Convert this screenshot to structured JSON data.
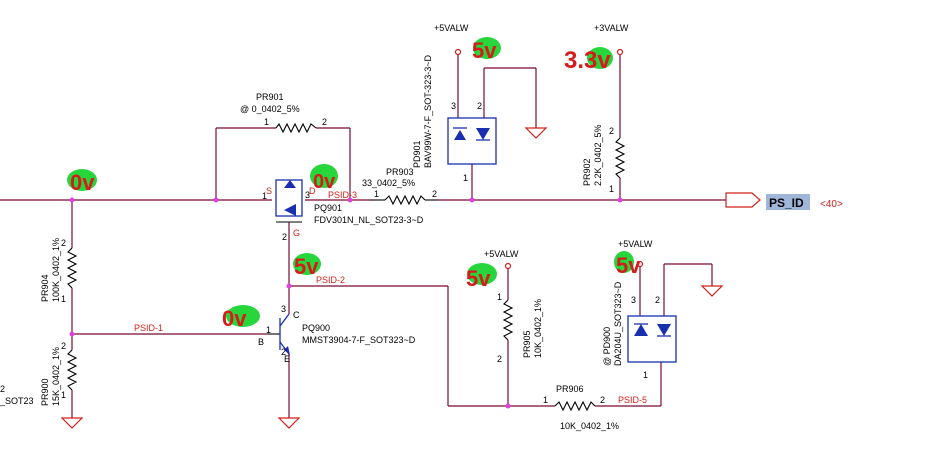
{
  "annotations": {
    "a1": "0v",
    "a2": "0v",
    "a3": "5v",
    "a4": "3.3v",
    "a5": "5v",
    "a6": "5v",
    "a7": "0v",
    "a8": "5v"
  },
  "rails": {
    "r1": "+5VALW",
    "r2": "+3VALW",
    "r3": "+5VALW",
    "r4": "+5VALW"
  },
  "output": {
    "net": "PS_ID",
    "ref": "<40>"
  },
  "nets": {
    "psid1": "PSID-1",
    "psid2": "PSID-2",
    "psid3": "PSID-3",
    "psid5": "PSID-5"
  },
  "parts": {
    "pr901": {
      "ref": "PR901",
      "value": "@ 0_0402_5%",
      "p1": "1",
      "p2": "2"
    },
    "pr903": {
      "ref": "PR903",
      "value": "33_0402_5%",
      "p1": "1",
      "p2": "2"
    },
    "pq901": {
      "ref": "PQ901",
      "value": "FDV301N_NL_SOT23-3~D",
      "s": "S",
      "d": "D",
      "g": "G",
      "pa": "1",
      "pb": "3",
      "pc": "2"
    },
    "pd901": {
      "ref": "PD901",
      "value": "BAV99W-7-F_SOT-323-3~D",
      "p3": "3",
      "p2": "2",
      "p1": "1"
    },
    "pr902": {
      "ref": "PR902",
      "value": "2.2K_0402_5%",
      "p2": "2",
      "p1": "1"
    },
    "pr904": {
      "ref": "PR904",
      "value": "100K_0402_1%",
      "p2": "2",
      "p1": "1"
    },
    "pr900": {
      "ref": "PR900",
      "value": "15K_0402_1%",
      "p2": "2",
      "p1": "1"
    },
    "pq900": {
      "ref": "PQ900",
      "value": "MMST3904-7-F_SOT323~D",
      "b": "B",
      "c": "C",
      "e": "E",
      "pb": "1",
      "pc": "3",
      "pe": "2"
    },
    "pr905": {
      "ref": "PR905",
      "value": "10K_0402_1%",
      "p1": "1",
      "p2": "2"
    },
    "pr906": {
      "ref": "PR906",
      "value": "10K_0402_1%",
      "p1": "1",
      "p2": "2"
    },
    "pd900": {
      "ref": "@ PD900",
      "value": "DA204U_SOT323~D",
      "p3": "3",
      "p2": "2",
      "p1": "1"
    }
  },
  "edge": {
    "left_top": "2",
    "left_bottom": "_SOT23"
  }
}
